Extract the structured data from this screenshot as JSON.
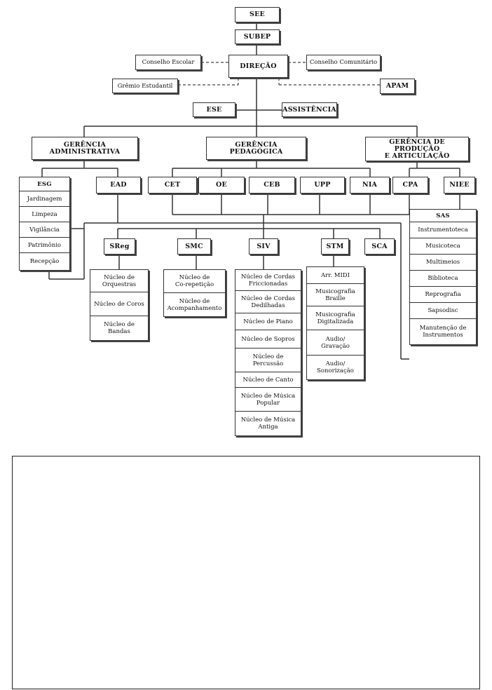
{
  "top": {
    "see": "SEE",
    "subep": "SUBEP",
    "direcao": "DIREÇÃO",
    "conselho_escolar": "Conselho Escolar",
    "conselho_comunitario": "Conselho Comunitário",
    "gremio": "Grêmio Estudantil",
    "apam": "APAM",
    "ese": "ESE",
    "assistencia": "ASSISTÊNCIA"
  },
  "gerencias": {
    "administrativa": "GERÊNCIA ADMINISTRATIVA",
    "pedagogica": "GERÊNCIA PEDAGÓGICA",
    "producao": "GERÊNCIA DE PRODUÇÃO\nE ARTICULAÇÃO"
  },
  "esg": {
    "title": "ESG",
    "items": [
      "Jardinagem",
      "Limpeza",
      "Vigilância",
      "Patrimônio",
      "Recepção"
    ]
  },
  "ead": "EAD",
  "pedagogica_units": [
    "CET",
    "OE",
    "CEB",
    "UPP",
    "NIA"
  ],
  "producao_units": {
    "cpa": "CPA",
    "niee": "NIEE"
  },
  "sas": {
    "title": "SAS",
    "items": [
      "Instrumentoteca",
      "Musicoteca",
      "Multimeios",
      "Biblioteca",
      "Reprografia",
      "Sapsodisc",
      "Manutenção de\nInstrumentos"
    ]
  },
  "sectors": {
    "sreg": {
      "title": "SReg",
      "items": [
        "Núcleo de\nOrquestras",
        "Núcleo de Coros",
        "Núcleo de\nBandas"
      ]
    },
    "smc": {
      "title": "SMC",
      "items": [
        "Núcleo de\nCo-repetição",
        "Núcleo de\nAcompanhamento"
      ]
    },
    "siv": {
      "title": "SIV",
      "items": [
        "Núcleo  de Cordas\nFriccionadas",
        "Núcleo de Cordas\nDedilhadas",
        "Núcleo de Piano",
        "Núcleo de Sopros",
        "Núcleo de\nPercussão",
        "Núcleo de Canto",
        "Núcleo de Música\nPopular",
        "Núcleo de Música\nAntiga"
      ]
    },
    "stm": {
      "title": "STM",
      "items": [
        "Arr. MIDI",
        "Musicografia\nBraille",
        "Musicografia\nDigitalizada",
        "Audio/\nGravação",
        "Audio/\nSonorização"
      ]
    },
    "sca": "SCA"
  }
}
